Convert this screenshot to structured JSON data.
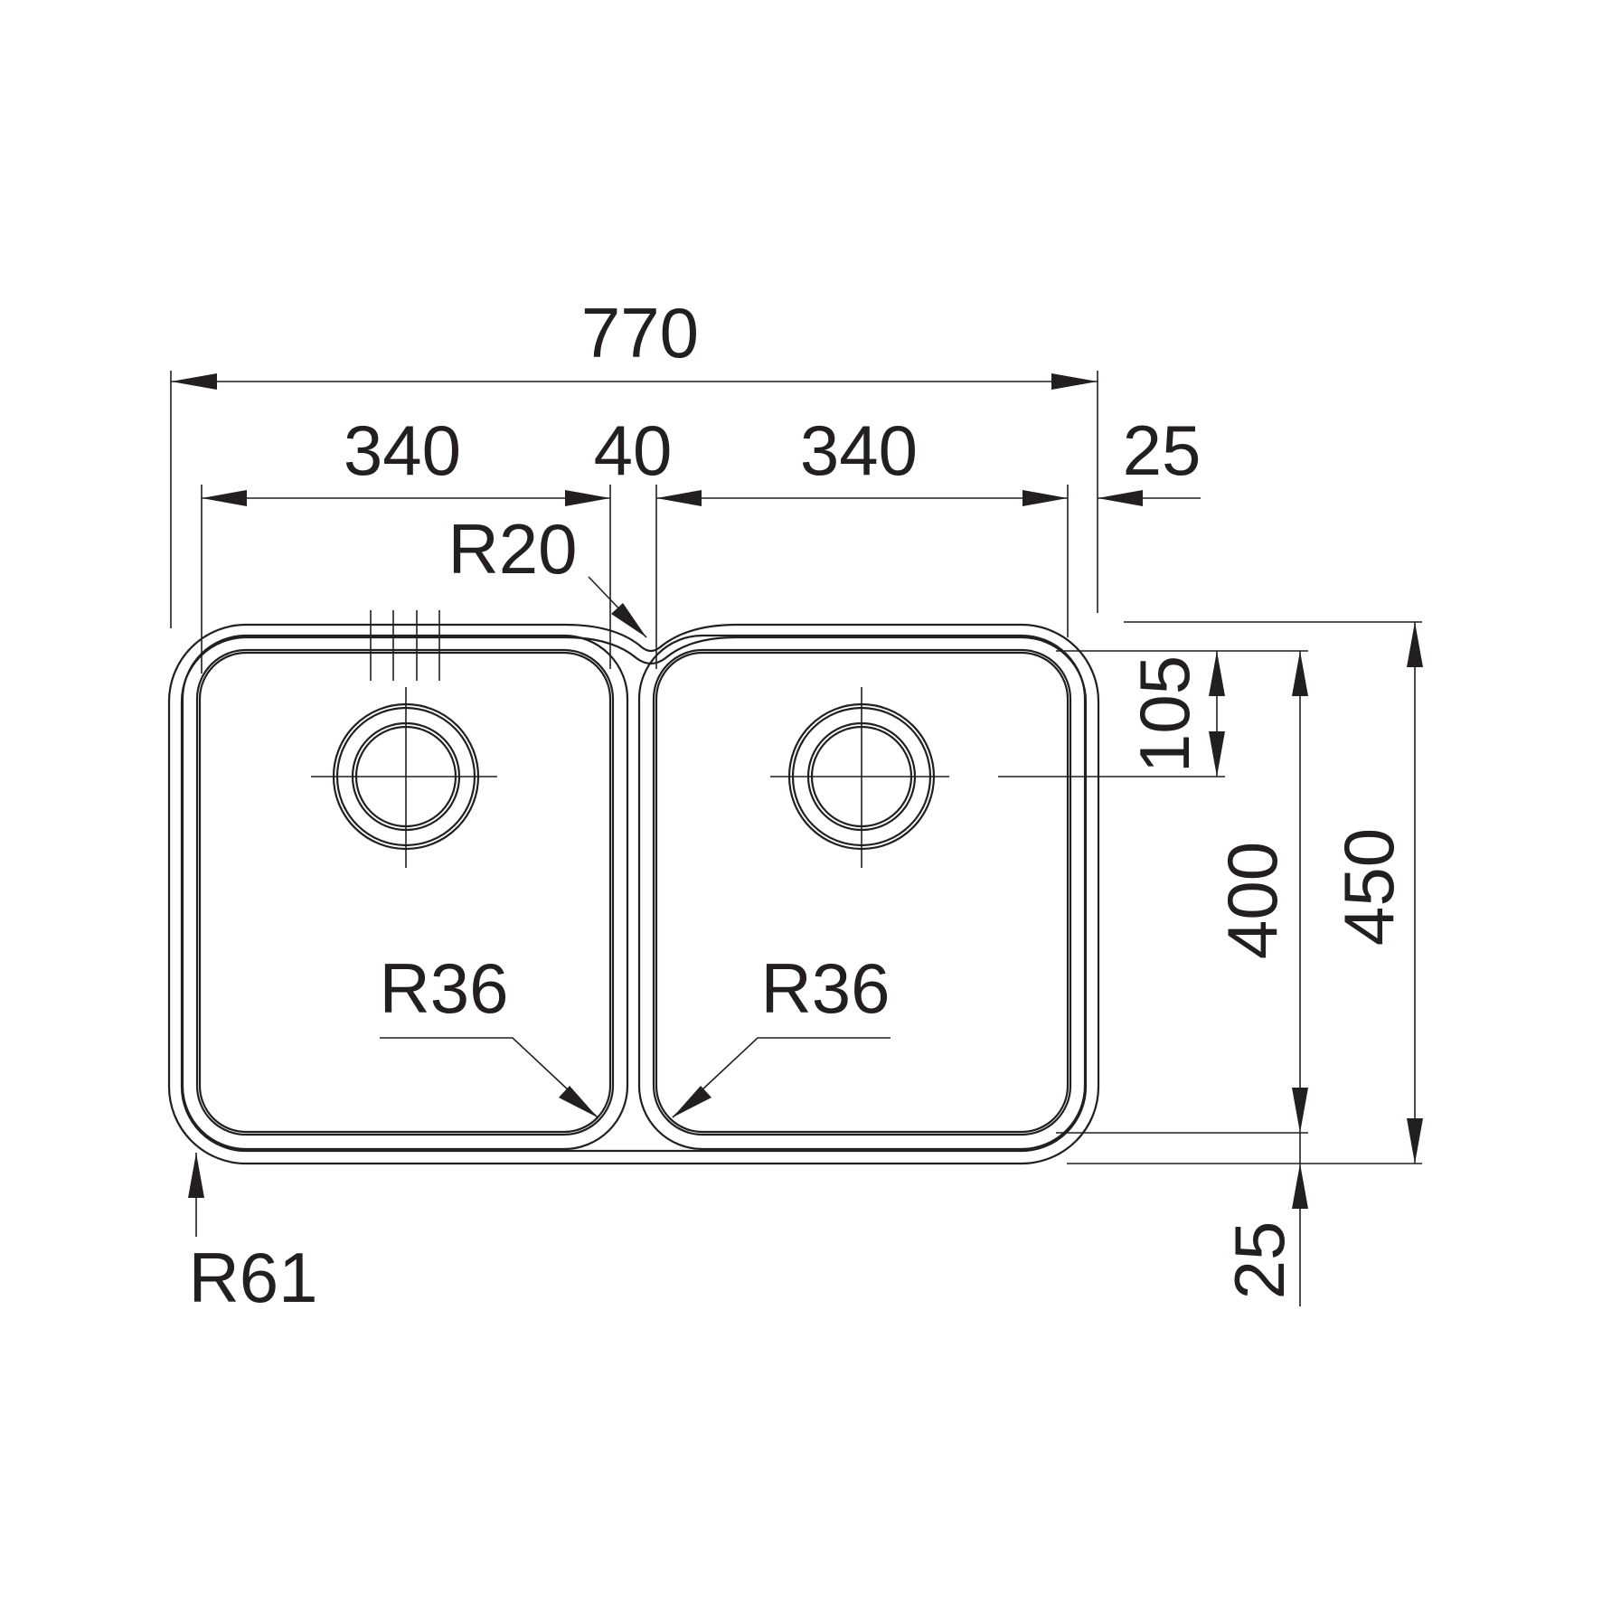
{
  "drawing": {
    "line_color": "#231f20",
    "background": "#ffffff",
    "dimensions": {
      "overall_width": "770",
      "left_bowl_width": "340",
      "divider_width": "40",
      "right_bowl_width": "340",
      "right_margin": "25",
      "drain_offset": "105",
      "bowl_depth": "400",
      "overall_depth": "450",
      "bottom_margin": "25"
    },
    "radii": {
      "divider_radius": "R20",
      "left_bowl_corner": "R36",
      "right_bowl_corner": "R36",
      "outer_corner": "R61"
    }
  }
}
